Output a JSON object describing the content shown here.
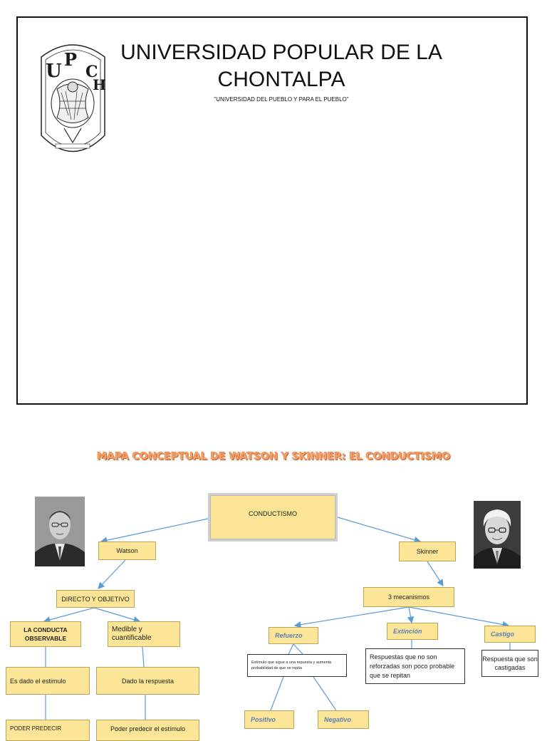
{
  "cover": {
    "seal_letters": [
      "U",
      "P",
      "C",
      "H"
    ],
    "title_line1": "UNIVERSIDAD POPULAR DE LA",
    "title_line2": "CHONTALPA",
    "motto": "\"UNIVERSIDAD DEL PUEBLO Y PARA EL PUEBLO\""
  },
  "map": {
    "title": "MAPA CONCEPTUAL DE WATSON Y SKINNER: EL CONDUCTISMO",
    "title_color": "#f4a06a",
    "node_fill": "#fde597",
    "link_color": "#5b9bd5",
    "root": "CONDUCTISMO",
    "watson": "Watson",
    "skinner": "Skinner",
    "directo": "DIRECTO Y OBJETIVO",
    "conducta": "LA CONDUCTA OBSERVABLE",
    "medible": "Medible y cuantificable",
    "dado_estimulo": "Es dado el estimulo",
    "dado_respuesta": "Dado la respuesta",
    "poder_predecir_respuesta": "PODER PREDECIR",
    "poder_predecir_estimulo": "Poder predecir el estímulo",
    "mecanismos": "3 mecanismos",
    "refuerzo": "Refuerzo",
    "extincion": "Extinción",
    "castigo": "Castigo",
    "refuerzo_def": "Estímulo que sigue a una repuesta y aumenta probabilidad de que se repita",
    "extincion_def": "Respuestas que no son reforzadas son poco probable que se repitan",
    "castigo_def": "Respuesta que son castigadas",
    "positivo": "Positivo",
    "negativo": "Negativo"
  }
}
